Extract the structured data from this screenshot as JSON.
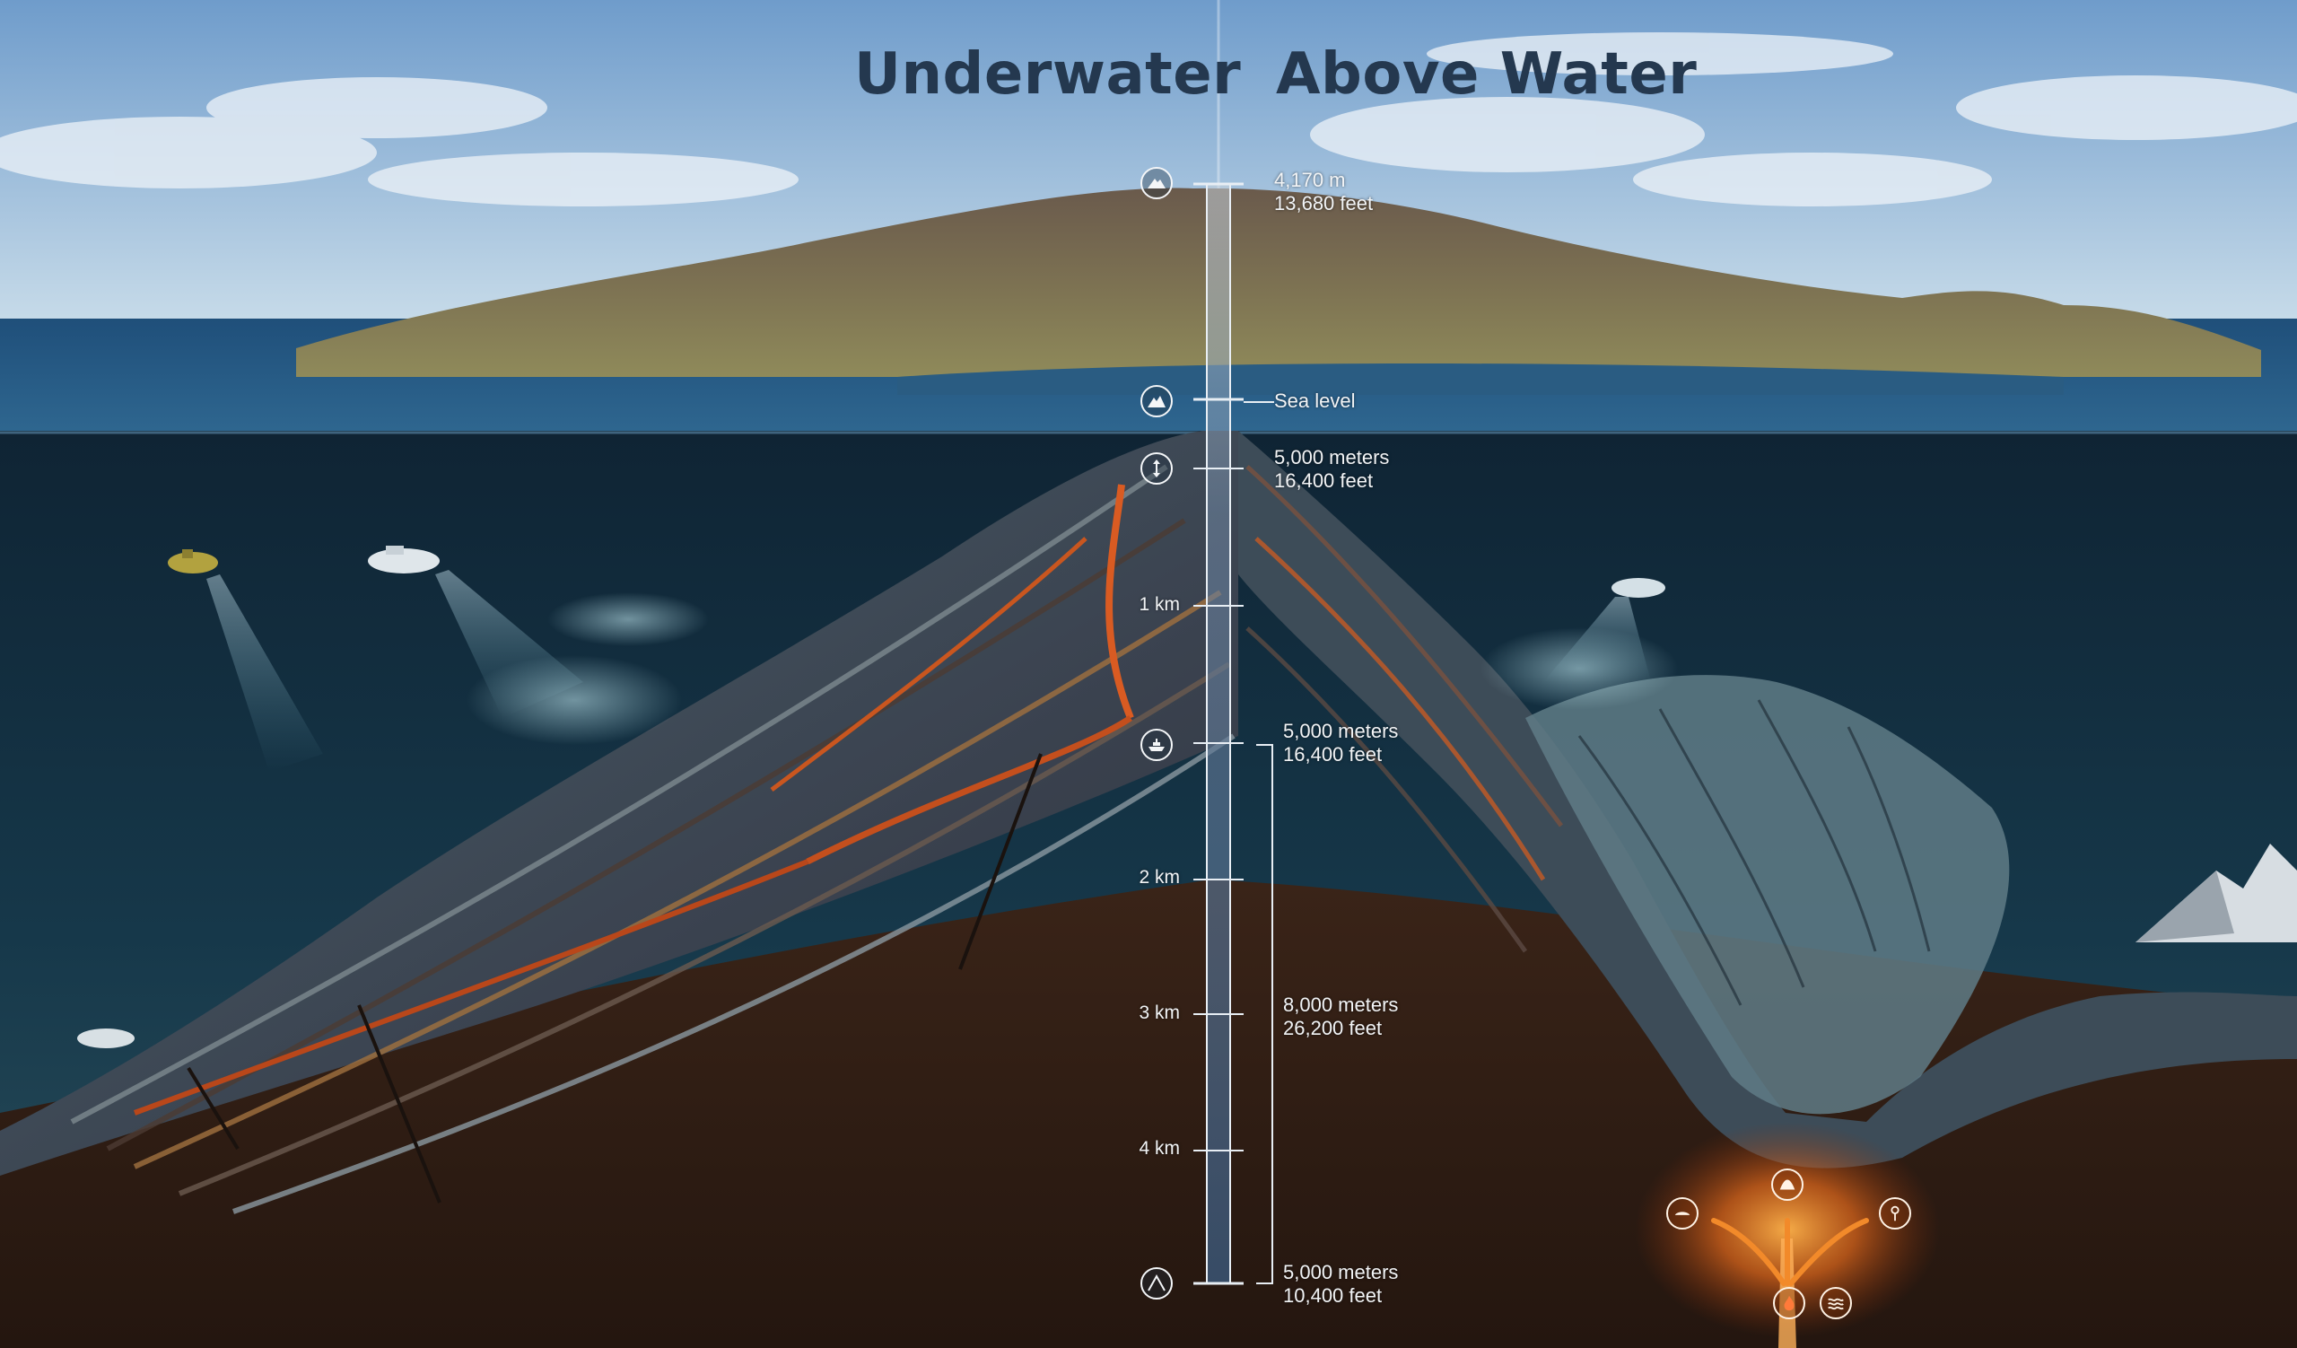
{
  "headings": {
    "left": "Underwater",
    "right": "Above Water"
  },
  "scale": {
    "summit": {
      "line1": "4,170 m",
      "line2": "13,680 feet"
    },
    "sea_level": "Sea level",
    "depth_a": {
      "line1": "5,000 meters",
      "line2": "16,400 feet"
    },
    "depth_b": {
      "line1": "5,000 meters",
      "line2": "16,400 feet"
    },
    "depth_c": {
      "line1": "8,000 meters",
      "line2": "26,200 feet"
    },
    "depth_d": {
      "line1": "5,000 meters",
      "line2": "10,400 feet"
    },
    "ticks": [
      "1 km",
      "2 km",
      "3 km",
      "4 km"
    ]
  },
  "colors": {
    "sky": "#8fb3d8",
    "ocean_surface": "#2f5f8a",
    "deep_water": "#0f2536",
    "seabed": "#3c2418",
    "lava": "#e0662a",
    "heading": "#24384f"
  },
  "icons": {
    "summit": "mountain-peak-icon",
    "sea_level": "mountain-icon",
    "depth": "vertical-arrows-icon",
    "ship": "ship-icon",
    "base": "tent-outline-icon",
    "heat_left": "flame-hat-icon",
    "heat_center": "volcano-icon",
    "heat_right": "geyser-icon",
    "heat_bottom_left": "fire-icon",
    "heat_bottom_right": "waves-icon"
  }
}
